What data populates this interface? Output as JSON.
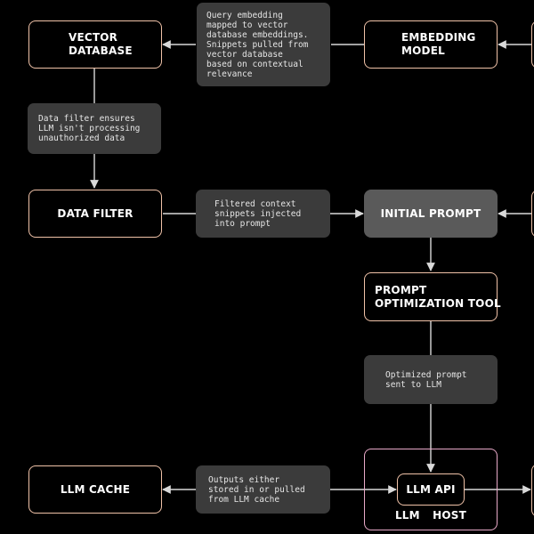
{
  "nodes": {
    "vector_database": [
      "VECTOR",
      "DATABASE"
    ],
    "embedding_model": [
      "EMBEDDING",
      "MODEL"
    ],
    "data_filter": [
      "DATA FILTER"
    ],
    "initial_prompt": [
      "INITIAL PROMPT"
    ],
    "prompt_optimization_tool": [
      "PROMPT",
      "OPTIMIZATION TOOL"
    ],
    "llm_cache": [
      "LLM CACHE"
    ],
    "llm_api": [
      "LLM API"
    ],
    "llm_host": "LLM HOST"
  },
  "notes": {
    "query_embedding": [
      "Query embedding",
      "mapped to vector",
      "database embeddings.",
      "Snippets pulled from",
      "vector database",
      "based on contextual",
      "relevance"
    ],
    "data_filter_note": [
      "Data filter ensures",
      "LLM isn't processing",
      "unauthorized data"
    ],
    "filtered_context": [
      "Filtered context",
      "snippets injected",
      "into prompt"
    ],
    "optimized_prompt": [
      "Optimized prompt",
      "sent to LLM"
    ],
    "outputs": [
      "Outputs either",
      "stored in or pulled",
      "from LLM cache"
    ]
  },
  "colors": {
    "background": "#000000",
    "node_border": "#f0c2a8",
    "host_border": "#e8a9c8",
    "note_fill": "#3b3b3b",
    "highlight_fill": "#5a5a5a",
    "connector": "#d9d9d9"
  }
}
